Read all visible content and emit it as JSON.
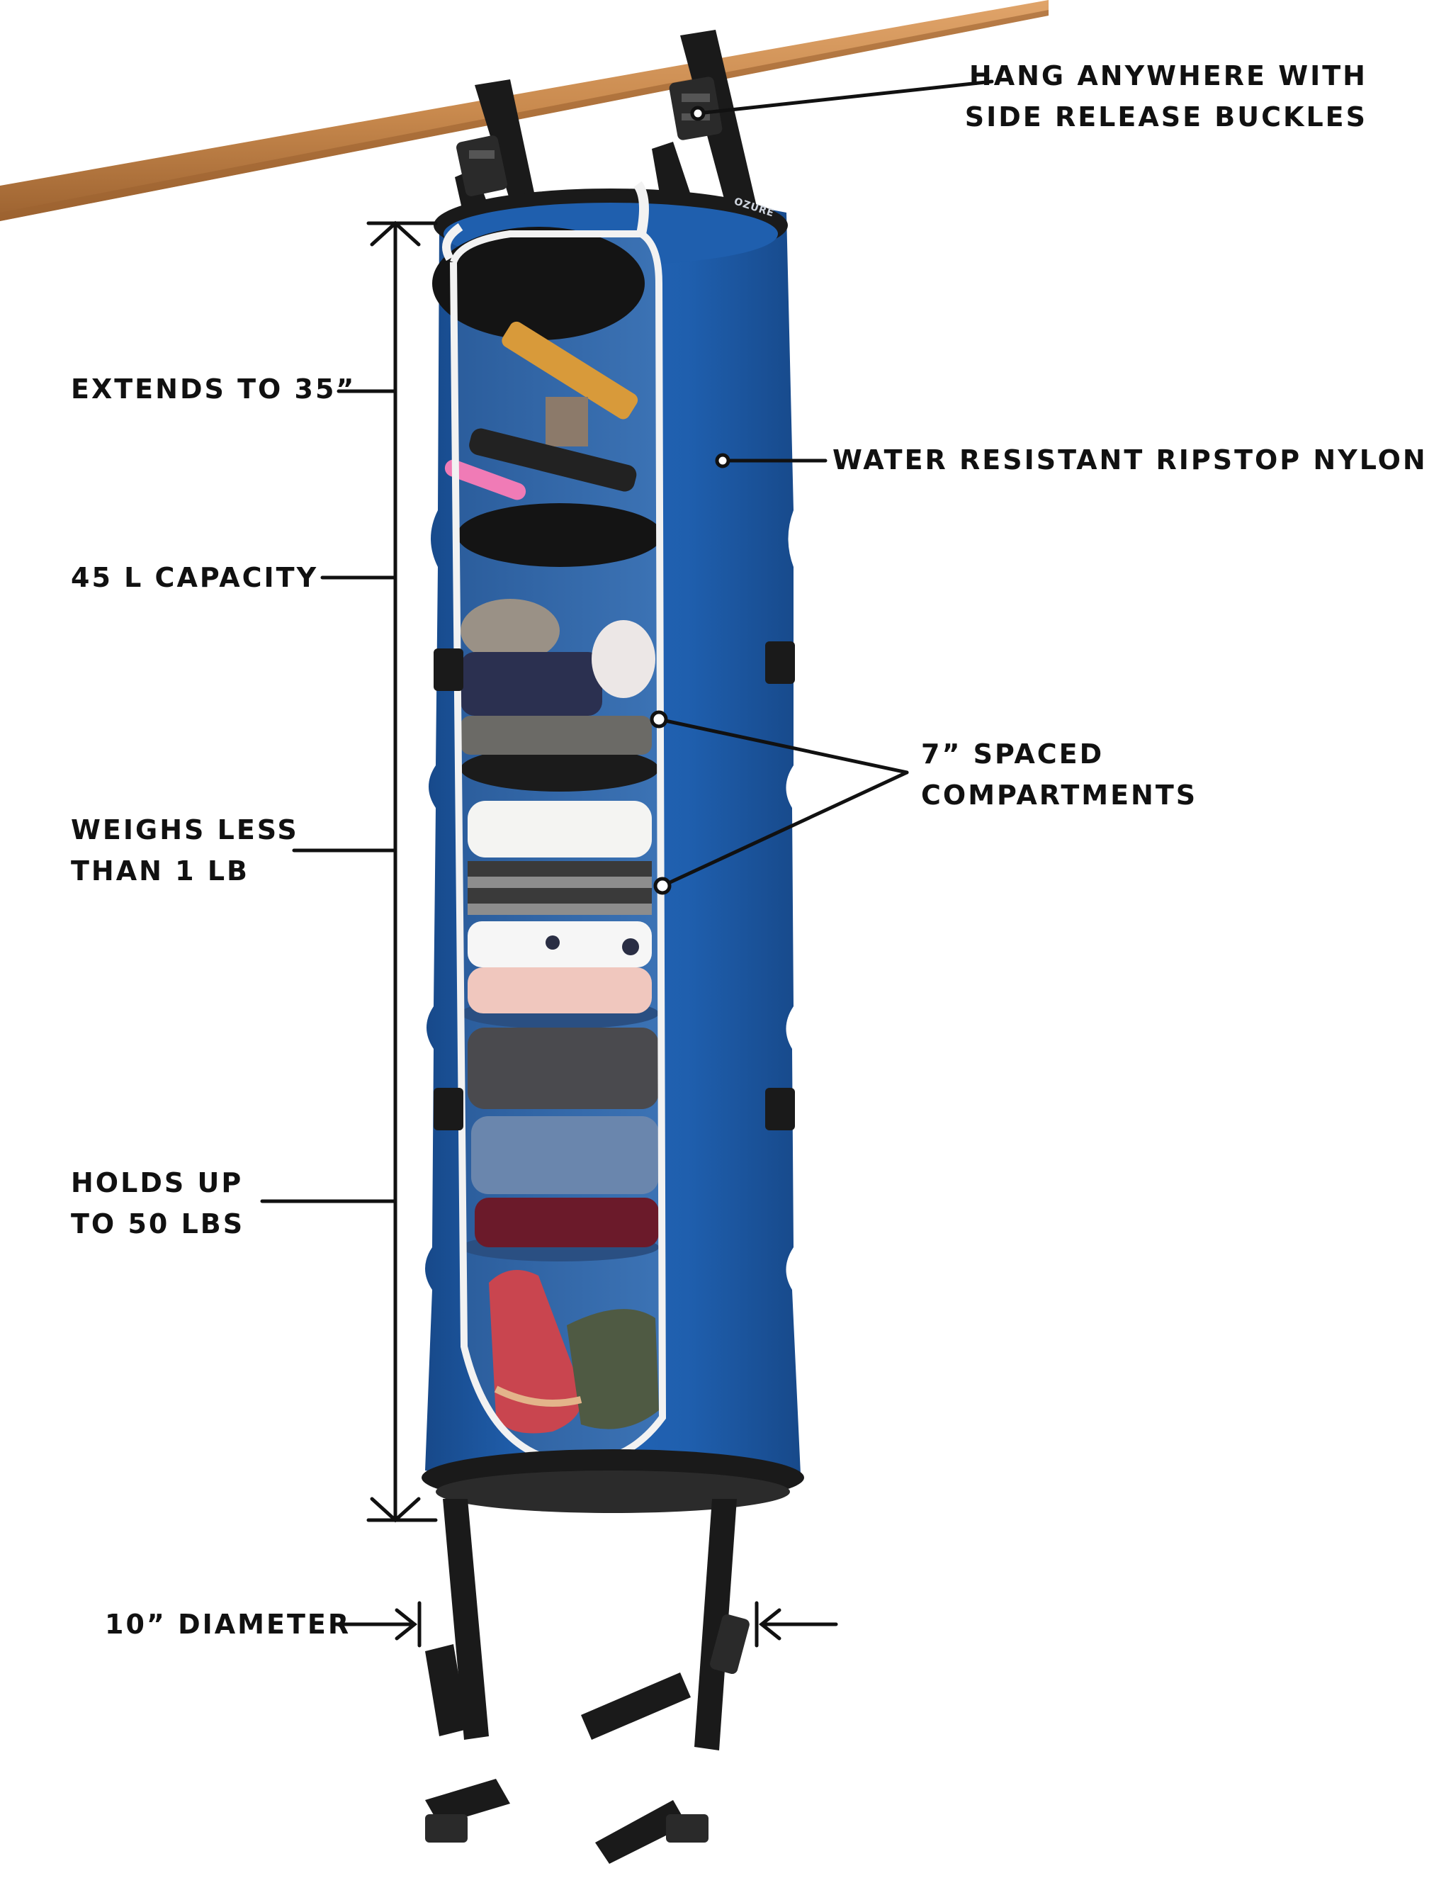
{
  "colors": {
    "organizer_blue": "#1f5fae",
    "organizer_blue_dark": "#17498a",
    "piping_white": "#f2f2f2",
    "strap_black": "#1a1a1a",
    "rod_wood": "#c98a4e",
    "rod_wood_dark": "#a86b35",
    "annotation_ink": "#111111"
  },
  "product_brand": "OZURE",
  "annotations": {
    "buckles": [
      "HANG ANYWHERE WITH",
      "SIDE RELEASE BUCKLES"
    ],
    "extends": [
      "EXTENDS TO 35”"
    ],
    "material": [
      "WATER RESISTANT RIPSTOP NYLON"
    ],
    "capacity": [
      "45 L CAPACITY"
    ],
    "compartments": [
      "7” SPACED",
      "COMPARTMENTS"
    ],
    "weight": [
      "WEIGHS LESS",
      "THAN 1 LB"
    ],
    "load": [
      "HOLDS UP",
      "TO 50 LBS"
    ],
    "diameter": [
      "10” DIAMETER"
    ]
  }
}
